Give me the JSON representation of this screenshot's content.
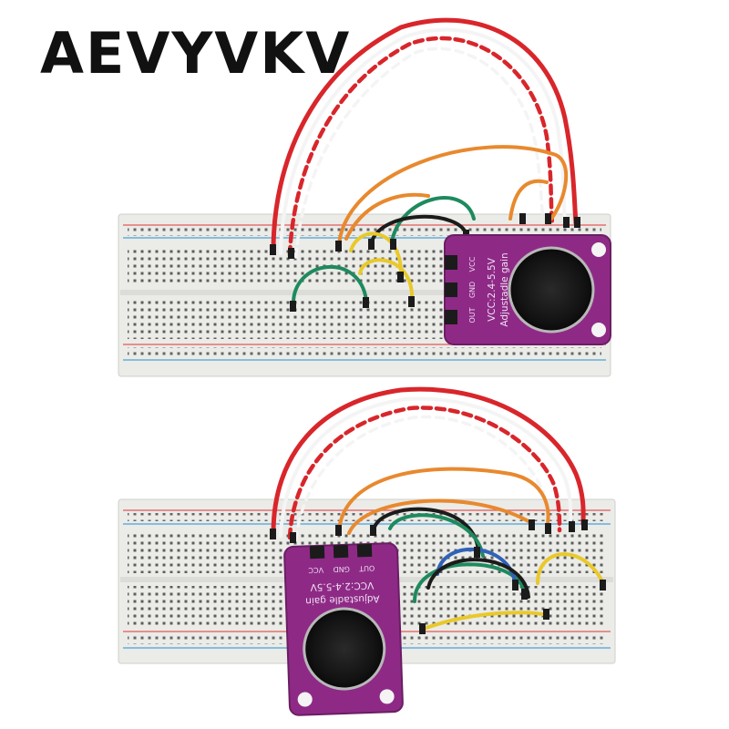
{
  "brand": {
    "text": "AEVYVKV"
  },
  "modules": [
    {
      "pins": [
        "OUT",
        "GND",
        "VCC"
      ],
      "line1": "VCC:2.4-5.5V",
      "line2": "Adjustadle gain"
    },
    {
      "pins": [
        "OUT",
        "GND",
        "VCC"
      ],
      "line1": "VCC:2.4-5.5V",
      "line2": "Adjustadle gain"
    }
  ],
  "colors": {
    "pcb": "#8e2a86",
    "pcb_edge": "#6a1e63",
    "breadboard": "#ececea",
    "rail_red": "#e05a5a",
    "rail_blue": "#4aa3d6",
    "wire_red": "#d8262b",
    "wire_white": "#f4f4f4",
    "wire_orange": "#e8892e",
    "wire_green": "#1e8a5e",
    "wire_black": "#1b1b1b",
    "wire_yellow": "#e9c92a",
    "wire_blue": "#2f62b8"
  }
}
